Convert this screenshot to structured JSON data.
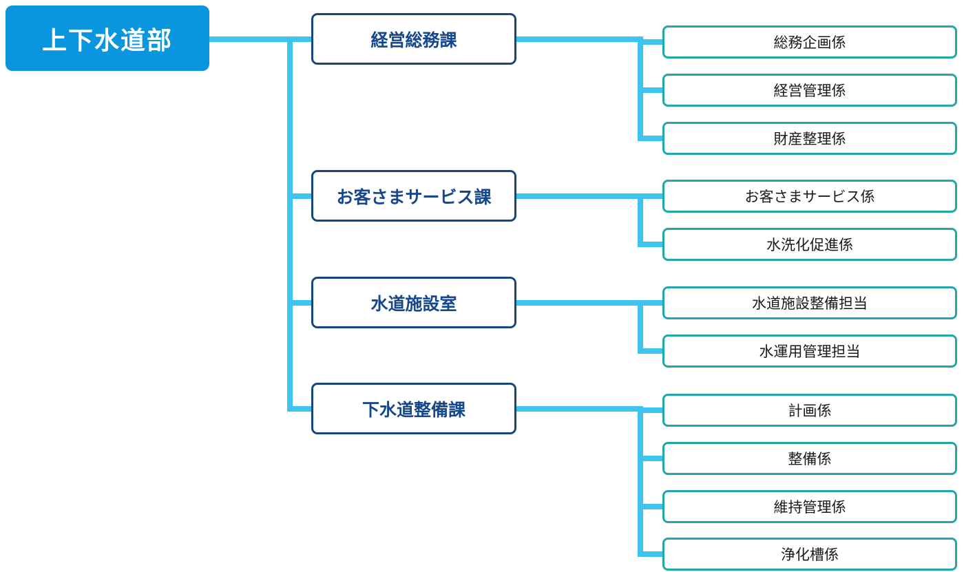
{
  "colors": {
    "root_fill": "#0a96df",
    "line": "#3cc3ee",
    "dept_border": "#16467f",
    "dept_text": "#15478f",
    "section_border": "#23a7ae"
  },
  "root": {
    "label": "上下水道部"
  },
  "departments": [
    {
      "label": "経営総務課",
      "sections": [
        "総務企画係",
        "経営管理係",
        "財産整理係"
      ]
    },
    {
      "label": "お客さまサービス課",
      "sections": [
        "お客さまサービス係",
        "水洗化促進係"
      ]
    },
    {
      "label": "水道施設室",
      "sections": [
        "水道施設整備担当",
        "水運用管理担当"
      ]
    },
    {
      "label": "下水道整備課",
      "sections": [
        "計画係",
        "整備係",
        "維持管理係",
        "浄化槽係"
      ]
    }
  ]
}
